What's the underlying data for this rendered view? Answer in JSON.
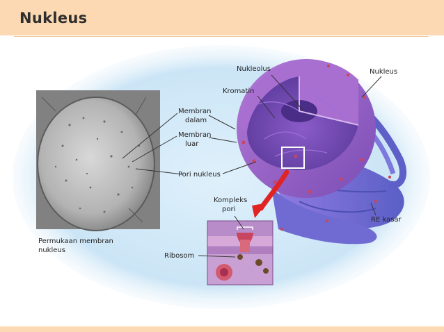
{
  "slide": {
    "title": "Nukleus"
  },
  "figure": {
    "labels": {
      "nukleolus": "Nukleolus",
      "nukleus": "Nukleus",
      "kromatin": "Kromatin",
      "membran_dalam_1": "Membran",
      "membran_dalam_2": "dalam",
      "membran_luar_1": "Membran",
      "membran_luar_2": "luar",
      "pori_nukleus": "Pori nukleus",
      "kompleks_pori_1": "Kompleks",
      "kompleks_pori_2": "pori",
      "ribosom": "Ribosom",
      "re_kasar": "RE kasar",
      "permukaan_1": "Permukaan membran",
      "permukaan_2": "nukleus"
    }
  },
  "colors": {
    "header_bg": "#fcd9b2",
    "panel_bg": "#cfe6f7",
    "nucleus_purple": "#8c4fb8",
    "er_blue": "#6a6fd0",
    "arrow_red": "#e02424"
  }
}
